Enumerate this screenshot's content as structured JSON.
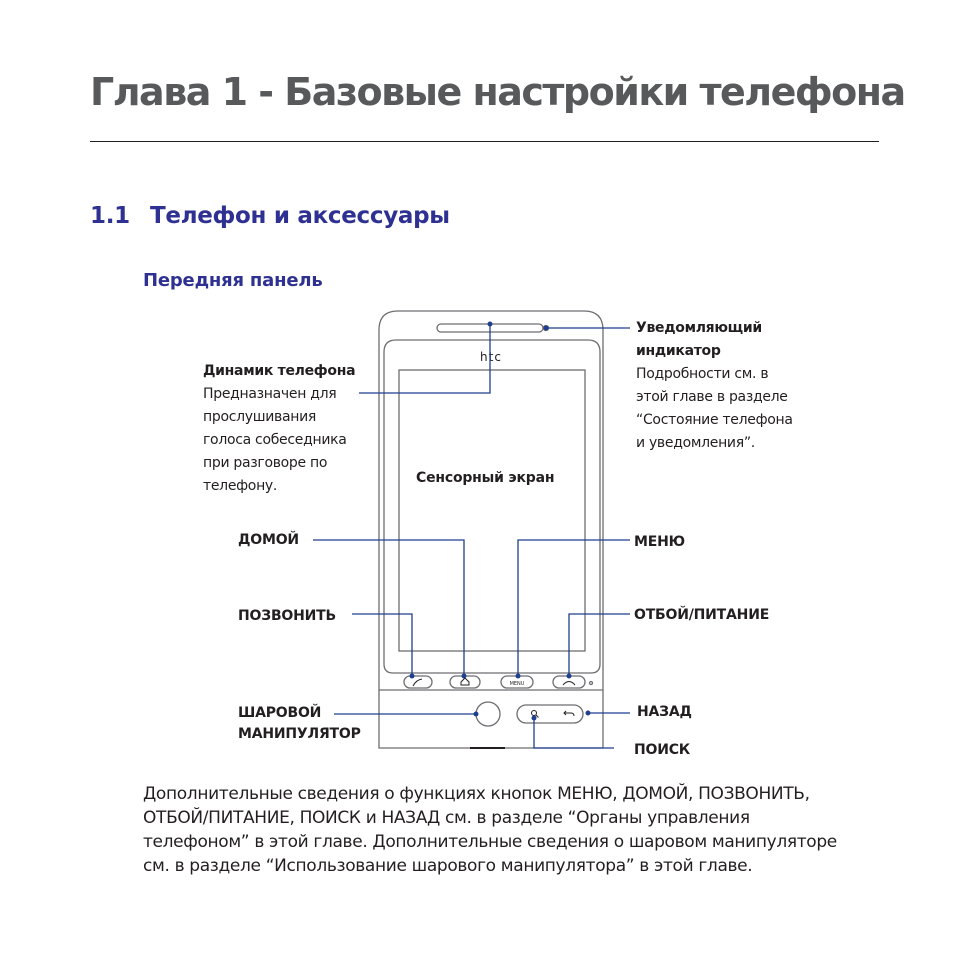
{
  "chapter": {
    "title": "Глава 1 - Базовые настройки телефона"
  },
  "section": {
    "number": "1.1",
    "title": "Телефон и аксессуары"
  },
  "subsection": {
    "title": "Передняя панель"
  },
  "diagram": {
    "brand_logo": "htc",
    "menu_key_text": "MENU",
    "labels": {
      "speaker_title": "Динамик телефона",
      "speaker_desc": [
        "Предназначен для",
        "прослушивания",
        "голоса собеседника",
        "при разговоре по",
        "телефону."
      ],
      "notification_title": [
        "Уведомляющий",
        "индикатор"
      ],
      "notification_desc": [
        "Подробности см. в",
        "этой главе в разделе",
        "“Состояние телефона",
        "и уведомления”."
      ],
      "touchscreen": "Сенсорный экран",
      "home": "ДОМОЙ",
      "menu": "МЕНЮ",
      "call": "ПОЗВОНИТЬ",
      "end_power": "ОТБОЙ/ПИТАНИЕ",
      "trackball": [
        "ШАРОВОЙ",
        "МАНИПУЛЯТОР"
      ],
      "back": "НАЗАД",
      "search": "ПОИСК"
    }
  },
  "body": {
    "lines": [
      "Дополнительные сведения о функциях кнопок МЕНЮ, ДОМОЙ, ПОЗВОНИТЬ,",
      "ОТБОЙ/ПИТАНИЕ, ПОИСК и НАЗАД см. в разделе “Органы управления",
      "телефоном” в этой главе. Дополнительные сведения о шаровом манипуляторе",
      "см. в разделе “Использование шарового манипулятора” в этой главе."
    ]
  },
  "colors": {
    "heading_blue": "#2e3192",
    "leader_blue": "#1f3f8f",
    "title_gray": "#58595b",
    "text": "#231f20"
  }
}
